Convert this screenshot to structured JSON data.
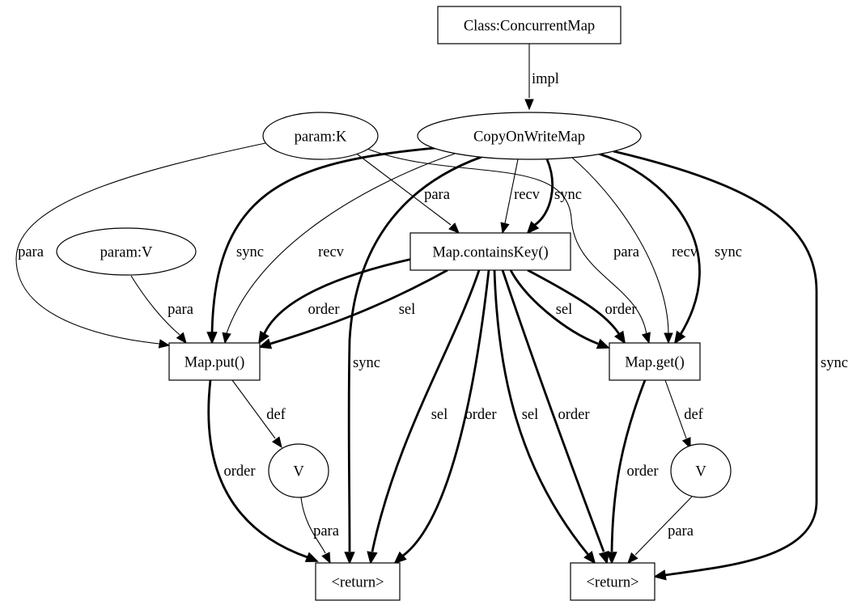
{
  "nodes": [
    {
      "id": "concurrentmap",
      "label": "Class:ConcurrentMap",
      "shape": "box"
    },
    {
      "id": "paramk",
      "label": "param:K",
      "shape": "ellipse"
    },
    {
      "id": "copyonwritemap",
      "label": "CopyOnWriteMap",
      "shape": "ellipse"
    },
    {
      "id": "paramv",
      "label": "param:V",
      "shape": "ellipse"
    },
    {
      "id": "containskey",
      "label": "Map.containsKey()",
      "shape": "box"
    },
    {
      "id": "put",
      "label": "Map.put()",
      "shape": "box"
    },
    {
      "id": "get",
      "label": "Map.get()",
      "shape": "box"
    },
    {
      "id": "v-left",
      "label": "V",
      "shape": "ellipse"
    },
    {
      "id": "v-right",
      "label": "V",
      "shape": "ellipse"
    },
    {
      "id": "return-left",
      "label": "<return>",
      "shape": "box"
    },
    {
      "id": "return-right",
      "label": "<return>",
      "shape": "box"
    }
  ],
  "edges": [
    {
      "id": "e1",
      "from": "concurrentmap",
      "to": "copyonwritemap",
      "label": "impl",
      "bold": false
    },
    {
      "id": "e2",
      "from": "paramk",
      "to": "put",
      "label": "para",
      "bold": false
    },
    {
      "id": "e3",
      "from": "paramk",
      "to": "containskey",
      "label": "para",
      "bold": false
    },
    {
      "id": "e4",
      "from": "paramk",
      "to": "get",
      "label": "para",
      "bold": false
    },
    {
      "id": "e5",
      "from": "copyonwritemap",
      "to": "put",
      "label": "sync",
      "bold": true
    },
    {
      "id": "e6",
      "from": "copyonwritemap",
      "to": "put",
      "label": "recv",
      "bold": false
    },
    {
      "id": "e7",
      "from": "copyonwritemap",
      "to": "return-left",
      "label": "sync",
      "bold": true
    },
    {
      "id": "e8",
      "from": "copyonwritemap",
      "to": "containskey",
      "label": "recv",
      "bold": false
    },
    {
      "id": "e9",
      "from": "copyonwritemap",
      "to": "containskey",
      "label": "sync",
      "bold": true
    },
    {
      "id": "e10",
      "from": "copyonwritemap",
      "to": "get",
      "label": "recv",
      "bold": false
    },
    {
      "id": "e11",
      "from": "copyonwritemap",
      "to": "get",
      "label": "sync",
      "bold": true
    },
    {
      "id": "e12",
      "from": "copyonwritemap",
      "to": "return-right",
      "label": "sync",
      "bold": true
    },
    {
      "id": "e13",
      "from": "paramv",
      "to": "put",
      "label": "para",
      "bold": false
    },
    {
      "id": "e14",
      "from": "containskey",
      "to": "put",
      "label": "order",
      "bold": true
    },
    {
      "id": "e15",
      "from": "containskey",
      "to": "put",
      "label": "sel",
      "bold": true
    },
    {
      "id": "e16",
      "from": "containskey",
      "to": "get",
      "label": "sel",
      "bold": true
    },
    {
      "id": "e17",
      "from": "containskey",
      "to": "get",
      "label": "order",
      "bold": true
    },
    {
      "id": "e18",
      "from": "containskey",
      "to": "return-left",
      "label": "sel",
      "bold": true
    },
    {
      "id": "e19",
      "from": "containskey",
      "to": "return-left",
      "label": "order",
      "bold": true
    },
    {
      "id": "e20",
      "from": "containskey",
      "to": "return-right",
      "label": "sel",
      "bold": true
    },
    {
      "id": "e21",
      "from": "containskey",
      "to": "return-right",
      "label": "order",
      "bold": true
    },
    {
      "id": "e22",
      "from": "put",
      "to": "v-left",
      "label": "def",
      "bold": false
    },
    {
      "id": "e23",
      "from": "put",
      "to": "return-left",
      "label": "order",
      "bold": true
    },
    {
      "id": "e24",
      "from": "v-left",
      "to": "return-left",
      "label": "para",
      "bold": false
    },
    {
      "id": "e25",
      "from": "get",
      "to": "v-right",
      "label": "def",
      "bold": false
    },
    {
      "id": "e26",
      "from": "get",
      "to": "return-right",
      "label": "order",
      "bold": true
    },
    {
      "id": "e27",
      "from": "v-right",
      "to": "return-right",
      "label": "para",
      "bold": false
    }
  ]
}
